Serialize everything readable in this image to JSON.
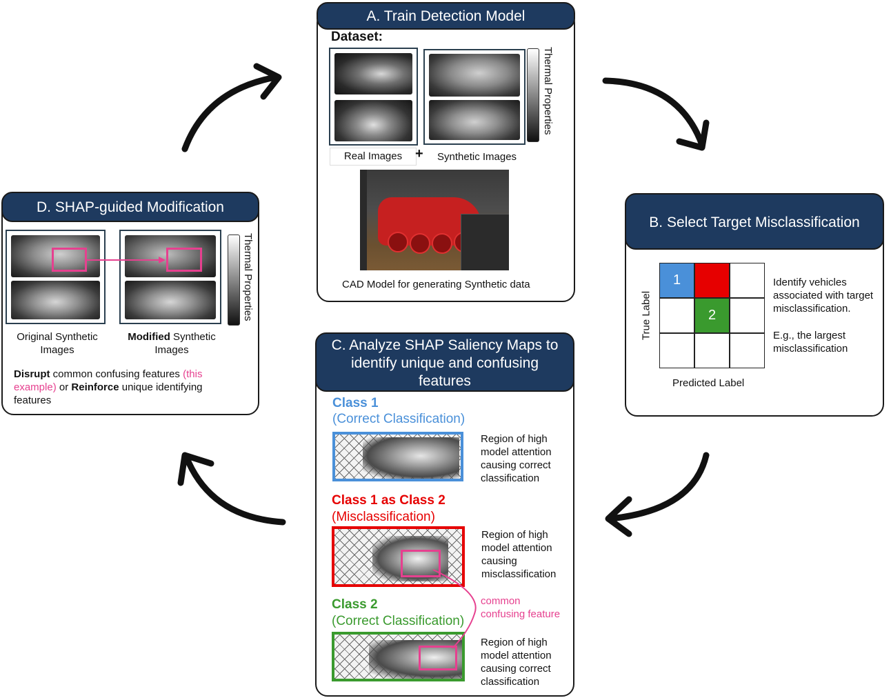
{
  "panel_a": {
    "header": "A. Train Detection Model",
    "dataset_label": "Dataset:",
    "real_label": "Real Images",
    "plus": "+",
    "synthetic_label": "Synthetic Images",
    "scale_label": "Thermal Properties",
    "cad_caption": "CAD Model for generating Synthetic data"
  },
  "panel_b": {
    "header": "B. Select Target Misclassification",
    "cell_1": "1",
    "cell_2": "2",
    "y_axis": "True Label",
    "x_axis": "Predicted Label",
    "desc_1": "Identify vehicles associated with target misclassification.",
    "desc_2": "E.g., the largest misclassification",
    "colors": {
      "class1": "#4a90d9",
      "misclass": "#e60000",
      "class2": "#3a9a2e"
    }
  },
  "panel_c": {
    "header": "C. Analyze SHAP Saliency Maps to identify unique and confusing features",
    "class1_title": "Class 1",
    "class1_sub": "(Correct Classification)",
    "class1_desc": "Region of high model attention causing correct classification",
    "mis_title": "Class 1 as Class 2",
    "mis_sub": "(Misclassification)",
    "mis_desc": "Region of high model attention causing misclassification",
    "class2_title": "Class 2",
    "class2_sub": "(Correct Classification)",
    "class2_desc": "Region of high model attention causing correct classification",
    "common_note": "common confusing feature"
  },
  "panel_d": {
    "header": "D. SHAP-guided Modification",
    "orig_label": "Original Synthetic Images",
    "mod_bold": "Modified",
    "mod_rest": " Synthetic Images",
    "scale_label": "Thermal Properties",
    "disrupt_bold": "Disrupt",
    "disrupt_rest": " common confusing features ",
    "example_note": "(this example)",
    "or_text": " or ",
    "reinforce_bold": "Reinforce",
    "reinforce_rest": " unique identifying features"
  },
  "colors": {
    "header_bg": "#1e3a5f",
    "pink": "#e6408f"
  }
}
